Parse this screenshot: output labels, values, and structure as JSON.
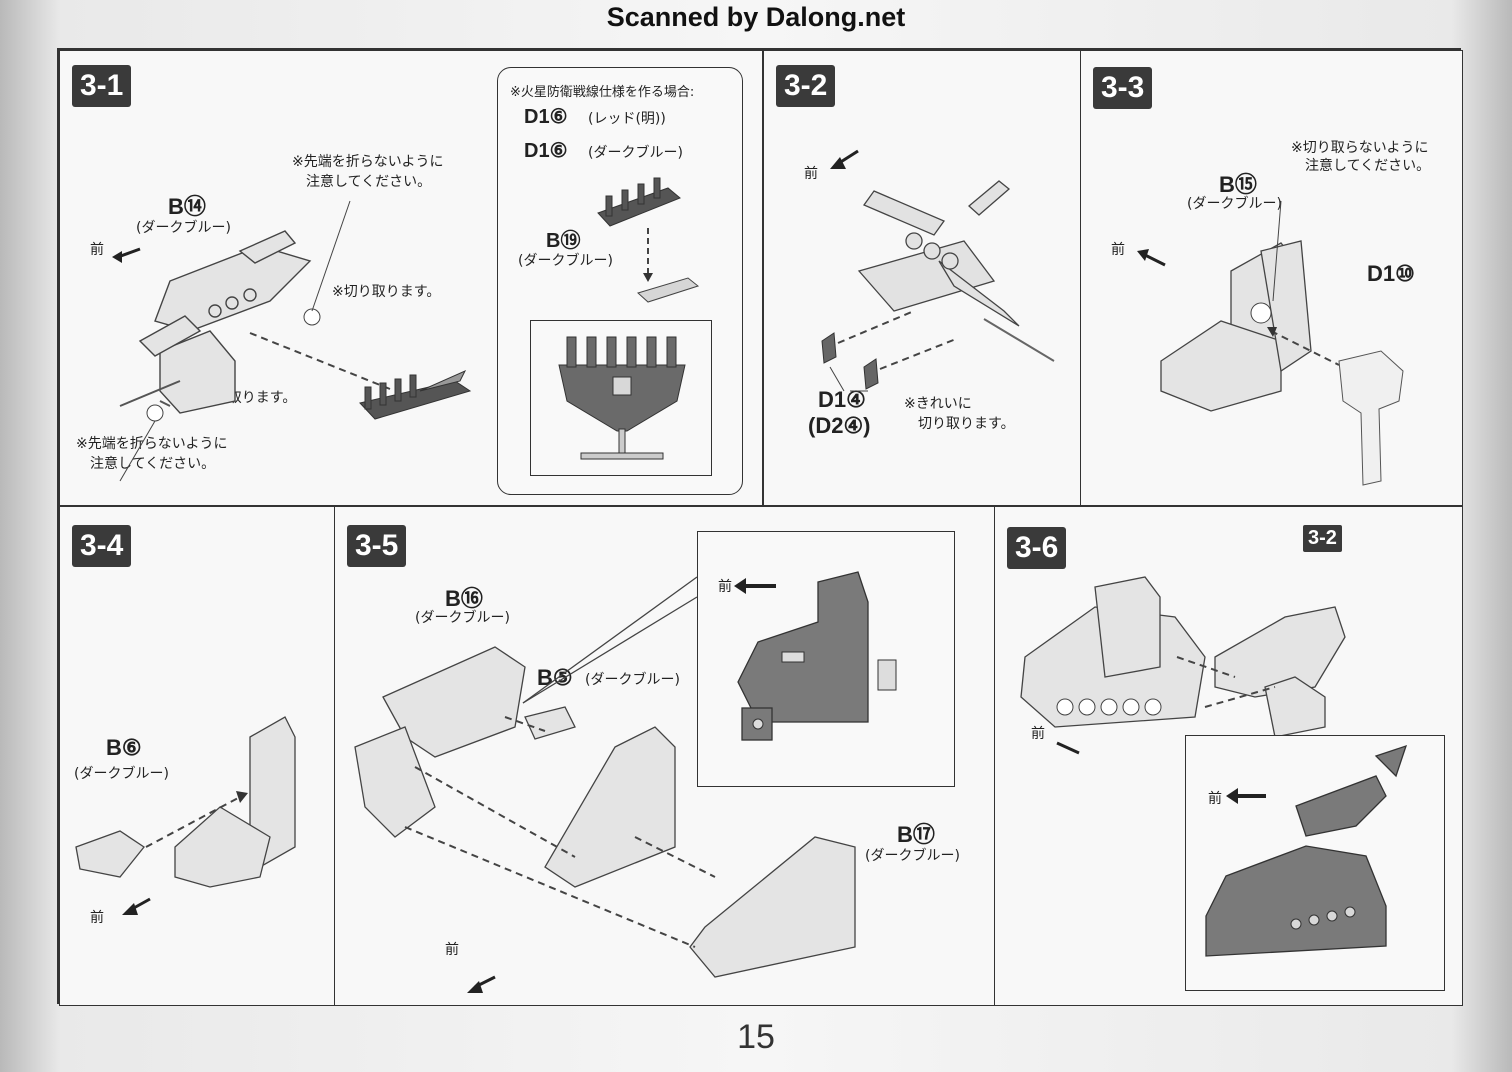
{
  "header": {
    "scanned_by": "Scanned by Dalong.net"
  },
  "page_number": "15",
  "steps": {
    "s1": {
      "label": "3-1",
      "part_b14": "B⑭",
      "color_dark_blue": "(ダークブルー)",
      "front": "前",
      "note_tip_1": "※先端を折らないように",
      "note_tip_2": "注意してください。",
      "note_cut_top": "※切り取ります。",
      "note_cut_bottom": "※切り取ります。",
      "note_tip_b1": "※先端を折らないように",
      "note_tip_b2": "注意してください。",
      "callout_title": "※火星防衛戦線仕様を作る場合:",
      "callout_d16_red": "D1⑥",
      "callout_red": "(レッド(明))",
      "callout_d16_blue": "D1⑥",
      "callout_blue": "(ダークブルー)",
      "callout_b19": "B⑲",
      "callout_b19_color": "(ダークブルー)"
    },
    "s2": {
      "label": "3-2",
      "front": "前",
      "part_d14": "D1④",
      "part_d24": "(D2④)",
      "note_1": "※きれいに",
      "note_2": "切り取ります。"
    },
    "s3": {
      "label": "3-3",
      "note_1": "※切り取らないように",
      "note_2": "注意してください。",
      "part_b15": "B⑮",
      "color": "(ダークブルー)",
      "front": "前",
      "part_d110": "D1⑩"
    },
    "s4": {
      "label": "3-4",
      "part_b6": "B⑥",
      "color": "(ダークブルー)",
      "front": "前"
    },
    "s5": {
      "label": "3-5",
      "part_b16": "B⑯",
      "color_b16": "(ダークブルー)",
      "part_b5": "B⑤",
      "color_b5": "(ダークブルー)",
      "part_b17": "B⑰",
      "color_b17": "(ダークブルー)",
      "front_inset": "前",
      "front": "前"
    },
    "s6": {
      "label": "3-6",
      "ref": "3-2",
      "front": "前",
      "front_inset": "前"
    }
  }
}
